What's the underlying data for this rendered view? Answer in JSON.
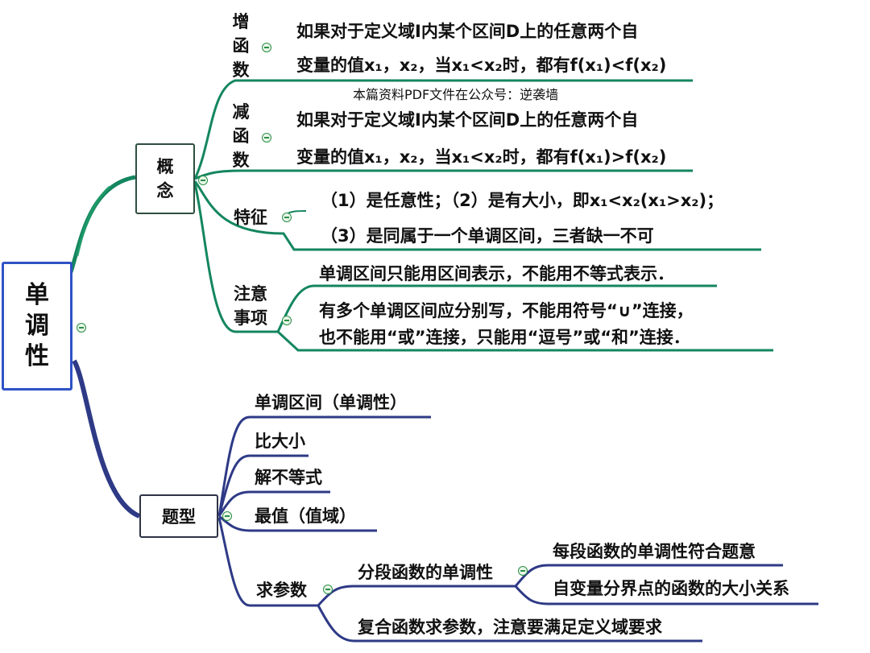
{
  "root": {
    "chars": [
      "单",
      "调",
      "性"
    ]
  },
  "concept": {
    "label_chars": [
      "概",
      "念"
    ],
    "increasing": {
      "label_chars": [
        "增",
        "函",
        "数"
      ],
      "line1": "如果对于定义域I内某个区间D上的任意两个自",
      "line2": "变量的值x₁，x₂，当x₁<x₂时，都有f(x₁)<f(x₂)"
    },
    "watermark": "本篇资料PDF文件在公众号：逆袭墙",
    "decreasing": {
      "label_chars": [
        "减",
        "函",
        "数"
      ],
      "line1": "如果对于定义域I内某个区间D上的任意两个自",
      "line2": "变量的值x₁，x₂，当x₁<x₂时，都有f(x₁)>f(x₂)"
    },
    "features": {
      "label": "特征",
      "line1": "（1）是任意性；（2）是有大小，即x₁<x₂(x₁>x₂)；",
      "line2": "（3）是同属于一个单调区间，三者缺一不可"
    },
    "notes": {
      "label_lines": [
        "注意",
        "事项"
      ],
      "item1": "单调区间只能用区间表示，不能用不等式表示．",
      "item2_line1": "有多个单调区间应分别写，不能用符号“∪”连接，",
      "item2_line2": "也不能用“或”连接，只能用“逗号”或“和”连接．"
    }
  },
  "qtype": {
    "label": "题型",
    "items": [
      "单调区间（单调性）",
      "比大小",
      "解不等式",
      "最值（值域）"
    ],
    "param": {
      "label": "求参数",
      "piecewise": {
        "label": "分段函数的单调性",
        "children": [
          "每段函数的单调性符合题意",
          "自变量分界点的函数的大小关系"
        ]
      },
      "composite": "复合函数求参数，注意要满足定义域要求"
    }
  },
  "colors": {
    "green": "#14865f",
    "navy": "#2e3a86",
    "root_border": "#2f52c6"
  }
}
